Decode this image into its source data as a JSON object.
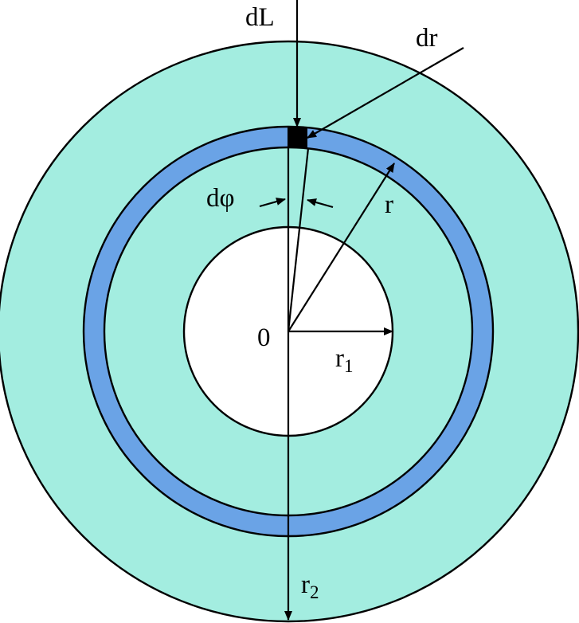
{
  "colors": {
    "outer_disk": "#a3ede0",
    "ring": "#6aa3e6",
    "inner_hole": "#ffffff",
    "element": "#000000",
    "stroke": "#000000"
  },
  "labels": {
    "dL": "dL",
    "dr": "dr",
    "dphi": "dφ",
    "r": "r",
    "origin": "0",
    "r1_base": "r",
    "r1_sub": "1",
    "r2_base": "r",
    "r2_sub": "2"
  }
}
